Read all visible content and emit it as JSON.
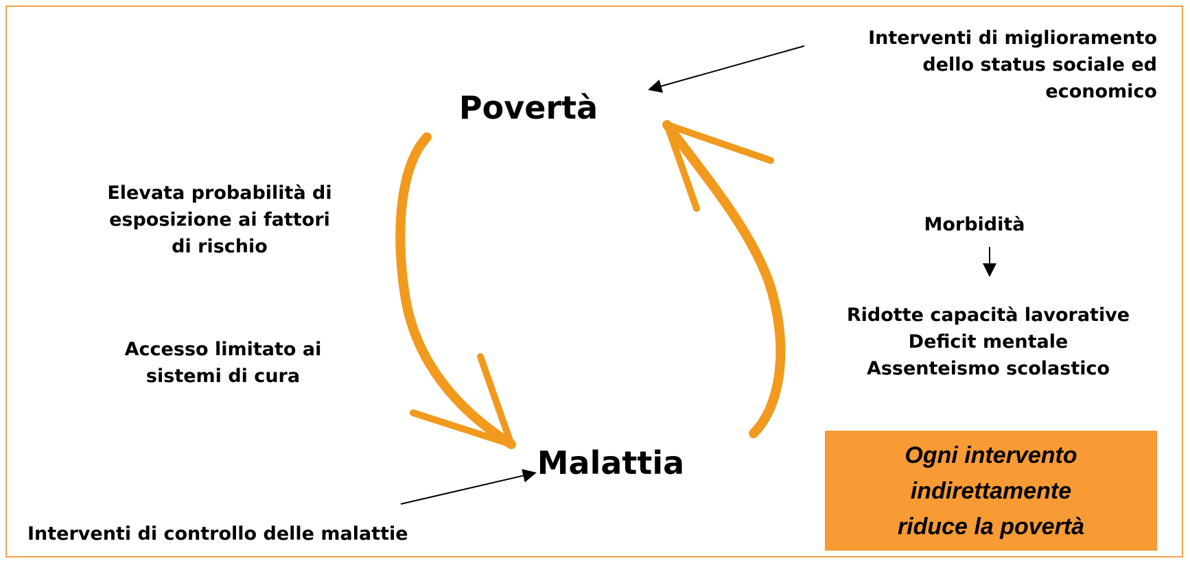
{
  "nodes": {
    "top": "Povertà",
    "bottom": "Malattia"
  },
  "left": {
    "risk_exposure": [
      "Elevata probabilità di",
      "esposizione ai fattori",
      "di rischio"
    ],
    "limited_access": [
      "Accesso limitato ai",
      "sistemi di cura"
    ],
    "disease_control": "Interventi di controllo delle malattie"
  },
  "right": {
    "status_interventions": [
      "Interventi di miglioramento",
      "dello status sociale ed",
      "economico"
    ],
    "morbidity": "Morbidità",
    "effects": [
      "Ridotte capacità lavorative",
      "Deficit mentale",
      "Assenteismo scolastico"
    ]
  },
  "callout": {
    "lines": [
      "Ogni intervento",
      "indirettamente",
      "riduce la povertà"
    ]
  },
  "colors": {
    "frame": "#f3a04a",
    "cycle_arrow": "#f29a1e",
    "callout_bg": "#f89b35"
  },
  "icons": {
    "cycle_left": "curved-arrow-down",
    "cycle_right": "curved-arrow-up",
    "pointer": "thin-black-arrow"
  }
}
